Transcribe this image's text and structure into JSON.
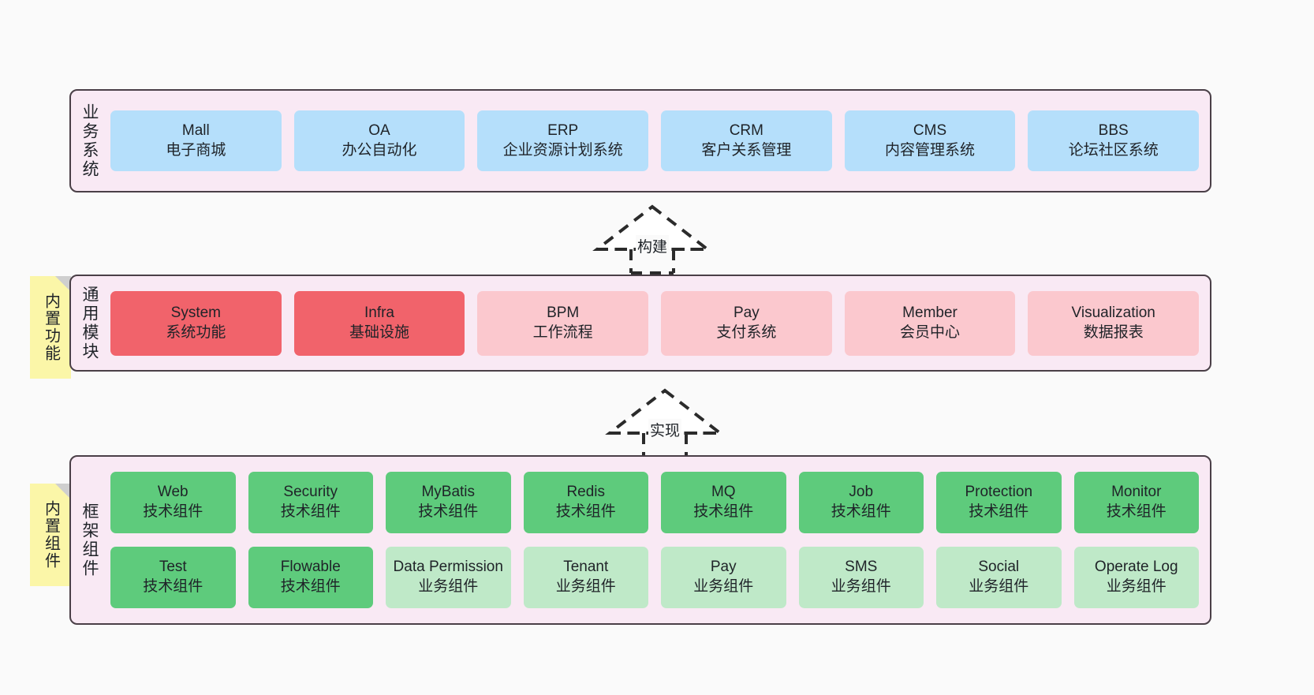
{
  "diagram": {
    "background_color": "#fafafa",
    "layer_fill": "#f9e9f4",
    "layer_border": "#4a3f47",
    "sticky_color": "#fbf6a8"
  },
  "layers": {
    "business": {
      "title": "业务系统",
      "items": [
        {
          "en": "Mall",
          "cn": "电子商城",
          "color": "#b5dffb"
        },
        {
          "en": "OA",
          "cn": "办公自动化",
          "color": "#b5dffb"
        },
        {
          "en": "ERP",
          "cn": "企业资源计划系统",
          "color": "#b5dffb"
        },
        {
          "en": "CRM",
          "cn": "客户关系管理",
          "color": "#b5dffb"
        },
        {
          "en": "CMS",
          "cn": "内容管理系统",
          "color": "#b5dffb"
        },
        {
          "en": "BBS",
          "cn": "论坛社区系统",
          "color": "#b5dffb"
        }
      ]
    },
    "common": {
      "title": "通用模块",
      "sticky": "内置功能",
      "items": [
        {
          "en": "System",
          "cn": "系统功能",
          "color": "#f1636b"
        },
        {
          "en": "Infra",
          "cn": "基础设施",
          "color": "#f1636b"
        },
        {
          "en": "BPM",
          "cn": "工作流程",
          "color": "#fbc8ce"
        },
        {
          "en": "Pay",
          "cn": "支付系统",
          "color": "#fbc8ce"
        },
        {
          "en": "Member",
          "cn": "会员中心",
          "color": "#fbc8ce"
        },
        {
          "en": "Visualization",
          "cn": "数据报表",
          "color": "#fbc8ce"
        }
      ]
    },
    "framework": {
      "title": "框架组件",
      "sticky": "内置组件",
      "row1": [
        {
          "en": "Web",
          "cn": "技术组件",
          "color": "#5ecb7c"
        },
        {
          "en": "Security",
          "cn": "技术组件",
          "color": "#5ecb7c"
        },
        {
          "en": "MyBatis",
          "cn": "技术组件",
          "color": "#5ecb7c"
        },
        {
          "en": "Redis",
          "cn": "技术组件",
          "color": "#5ecb7c"
        },
        {
          "en": "MQ",
          "cn": "技术组件",
          "color": "#5ecb7c"
        },
        {
          "en": "Job",
          "cn": "技术组件",
          "color": "#5ecb7c"
        },
        {
          "en": "Protection",
          "cn": "技术组件",
          "color": "#5ecb7c"
        },
        {
          "en": "Monitor",
          "cn": "技术组件",
          "color": "#5ecb7c"
        }
      ],
      "row2": [
        {
          "en": "Test",
          "cn": "技术组件",
          "color": "#5ecb7c"
        },
        {
          "en": "Flowable",
          "cn": "技术组件",
          "color": "#5ecb7c"
        },
        {
          "en": "Data Permission",
          "cn": "业务组件",
          "color": "#bfe9c8"
        },
        {
          "en": "Tenant",
          "cn": "业务组件",
          "color": "#bfe9c8"
        },
        {
          "en": "Pay",
          "cn": "业务组件",
          "color": "#bfe9c8"
        },
        {
          "en": "SMS",
          "cn": "业务组件",
          "color": "#bfe9c8"
        },
        {
          "en": "Social",
          "cn": "业务组件",
          "color": "#bfe9c8"
        },
        {
          "en": "Operate Log",
          "cn": "业务组件",
          "color": "#bfe9c8"
        }
      ]
    }
  },
  "connectors": [
    {
      "label": "构建",
      "style": "dashed-hollow-triangle-up"
    },
    {
      "label": "实现",
      "style": "dashed-hollow-triangle-up"
    }
  ]
}
